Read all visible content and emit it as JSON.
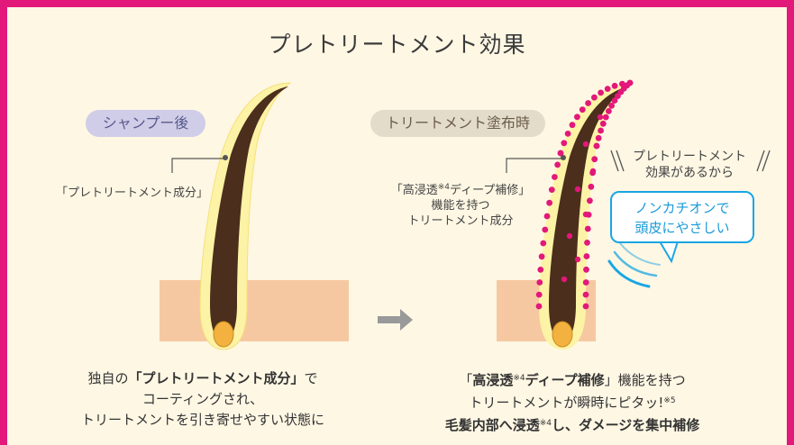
{
  "title": "プレトリートメント効果",
  "left": {
    "badge": "シャンプー後",
    "label": "「プレトリートメント成分」",
    "caption": {
      "line1_pre": "独自の",
      "line1_bold": "「プレトリートメント成分」",
      "line1_post": "で",
      "line2": "コーティングされ、",
      "line3": "トリートメントを引き寄せやすい状態に"
    }
  },
  "right": {
    "badge": "トリートメント塗布時",
    "label": {
      "line1_pre": "「高浸透",
      "line1_sup": "※4",
      "line1_post": "ディープ補修」",
      "line2": "機能を持つ",
      "line3": "トリートメント成分"
    },
    "effect": {
      "line1": "プレトリートメント",
      "line2": "効果があるから"
    },
    "bubble": {
      "line1": "ノンカチオンで",
      "line2": "頭皮にやさしい"
    },
    "caption": {
      "line1_pre": "「",
      "line1_bold_a": "高浸透",
      "line1_sup": "※4",
      "line1_bold_b": "ディープ補修",
      "line1_post": "」機能を持つ",
      "line2": "トリートメントが瞬時にピタッ!",
      "line2_sup": "※5",
      "line3_bold_a": "毛髪内部へ浸透",
      "line3_sup": "※4",
      "line3_bold_b": "し、ダメージを集中補修"
    }
  },
  "colors": {
    "border": "#e2187a",
    "background": "#fef7e4",
    "hair": "#4b2e1b",
    "coating": "#fdf3a6",
    "skin": "#f6c8a1",
    "root_bulb": "#f3b240",
    "treatment_dots": "#e2187a",
    "arrow": "#999999",
    "bubble": "#1aa6e3"
  }
}
